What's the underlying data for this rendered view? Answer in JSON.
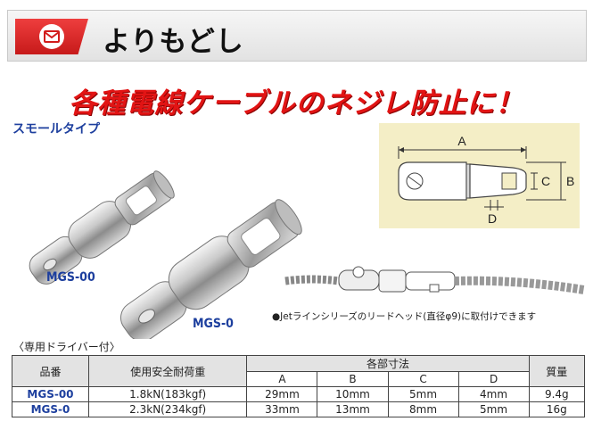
{
  "header": {
    "title": "よりもどし",
    "logo_icon": "catalog-logo-icon"
  },
  "headline": "各種電線ケーブルのネジレ防止に！",
  "product": {
    "series_label": "スモールタイプ",
    "models": [
      "MGS-00",
      "MGS-0"
    ]
  },
  "diagram": {
    "labels": {
      "a": "A",
      "b": "B",
      "c": "C",
      "d": "D"
    }
  },
  "note": "●Jetラインシリーズのリードヘッド(直径φ9)に取付けできます",
  "driver_note": "〈専用ドライバー付〉",
  "table": {
    "headers": {
      "model": "品番",
      "load": "使用安全耐荷重",
      "dims": "各部寸法",
      "mass": "質量"
    },
    "dim_cols": [
      "A",
      "B",
      "C",
      "D"
    ],
    "rows": [
      {
        "model": "MGS-00",
        "load": "1.8kN(183kgf)",
        "a": "29mm",
        "b": "10mm",
        "c": "5mm",
        "d": "4mm",
        "mass": "9.4g"
      },
      {
        "model": "MGS-0",
        "load": "2.3kN(234kgf)",
        "a": "33mm",
        "b": "13mm",
        "c": "8mm",
        "d": "5mm",
        "mass": "16g"
      }
    ]
  },
  "colors": {
    "accent_red": "#e21414",
    "model_blue": "#1d3f9e",
    "diagram_bg": "#f4eec6"
  }
}
